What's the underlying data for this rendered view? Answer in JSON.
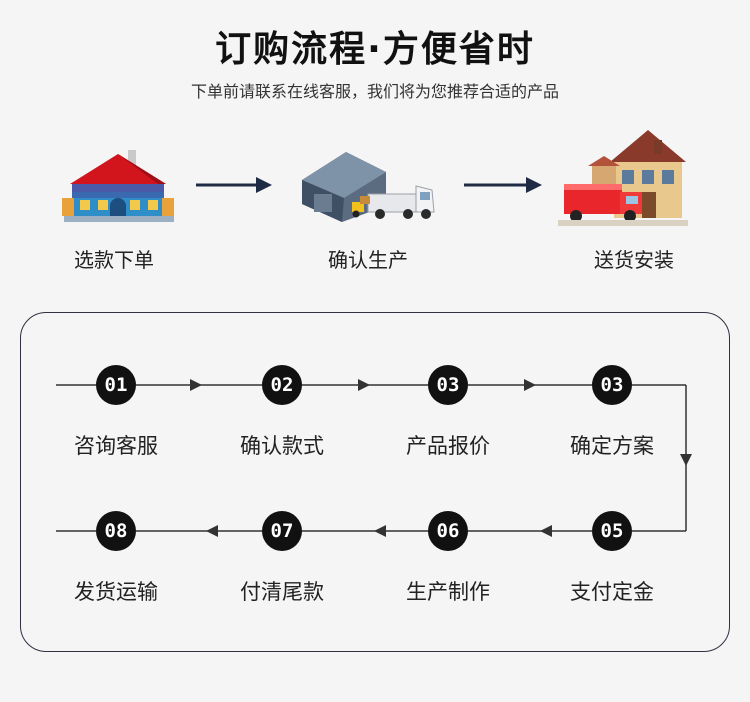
{
  "header": {
    "title": "订购流程·方便省时",
    "subtitle": "下单前请联系在线客服，我们将为您推荐合适的产品"
  },
  "stages": [
    {
      "label": "选款下单",
      "icon": "store-building-icon"
    },
    {
      "label": "确认生产",
      "icon": "warehouse-truck-icon"
    },
    {
      "label": "送货安装",
      "icon": "house-delivery-icon"
    }
  ],
  "steps_row1": [
    {
      "num": "01",
      "label": "咨询客服"
    },
    {
      "num": "02",
      "label": "确认款式"
    },
    {
      "num": "03",
      "label": "产品报价"
    },
    {
      "num": "03",
      "label": "确定方案"
    }
  ],
  "steps_row2": [
    {
      "num": "08",
      "label": "发货运输"
    },
    {
      "num": "07",
      "label": "付清尾款"
    },
    {
      "num": "06",
      "label": "生产制作"
    },
    {
      "num": "05",
      "label": "支付定金"
    }
  ],
  "colors": {
    "background": "#f5f5f5",
    "circle": "#111111",
    "line": "#333333",
    "panel_border": "#2f3140"
  }
}
